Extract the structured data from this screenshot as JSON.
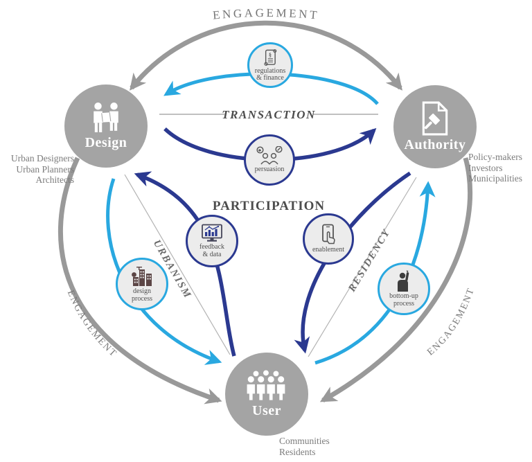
{
  "palette": {
    "node_gray": "#a4a4a4",
    "arrow_gray": "#999999",
    "light_blue": "#29a8e0",
    "dark_blue": "#2b3990",
    "chip_fill": "#ececec",
    "side_text_gray": "#7c7c7c",
    "center_label_gray": "#4c4c4c"
  },
  "nodes": {
    "design": {
      "label": "Design",
      "sublabels": [
        "Urban Designers",
        "Urban Planners",
        "Architects"
      ]
    },
    "authority": {
      "label": "Authority",
      "sublabels": [
        "Policy-makers",
        "Investors",
        "Municipalities"
      ]
    },
    "user": {
      "label": "User",
      "sublabels": [
        "Communities",
        "Residents"
      ]
    }
  },
  "labels": {
    "engagement_top": "ENGAGEMENT",
    "engagement_left": "ENGAGEMENT",
    "engagement_right": "ENGAGEMENT",
    "transaction": "TRANSACTION",
    "participation": "PARTICIPATION",
    "urbanism": "URBANISM",
    "residency": "RESIDENCY"
  },
  "chips": {
    "regulations": {
      "line1": "regulations",
      "line2": "& finance",
      "icon": "scroll-paragraph-icon",
      "glyph": "§"
    },
    "persuasion": {
      "line1": "persuasion",
      "icon": "two-people-speech-bubbles-icon"
    },
    "feedback": {
      "line1": "feedback",
      "line2": "& data",
      "icon": "monitor-bar-chart-icon"
    },
    "enablement": {
      "line1": "enablement",
      "icon": "smartphone-tap-icon"
    },
    "design_process": {
      "line1": "design",
      "line2": "process",
      "icon": "city-buildings-crane-icon"
    },
    "bottom_up": {
      "line1": "bottom-up",
      "line2": "process",
      "icon": "person-raising-hand-icon"
    }
  },
  "node_icons": {
    "design": "two-people-holding-blueprint-icon",
    "authority": "document-gavel-icon",
    "user": "crowd-of-people-icon"
  }
}
